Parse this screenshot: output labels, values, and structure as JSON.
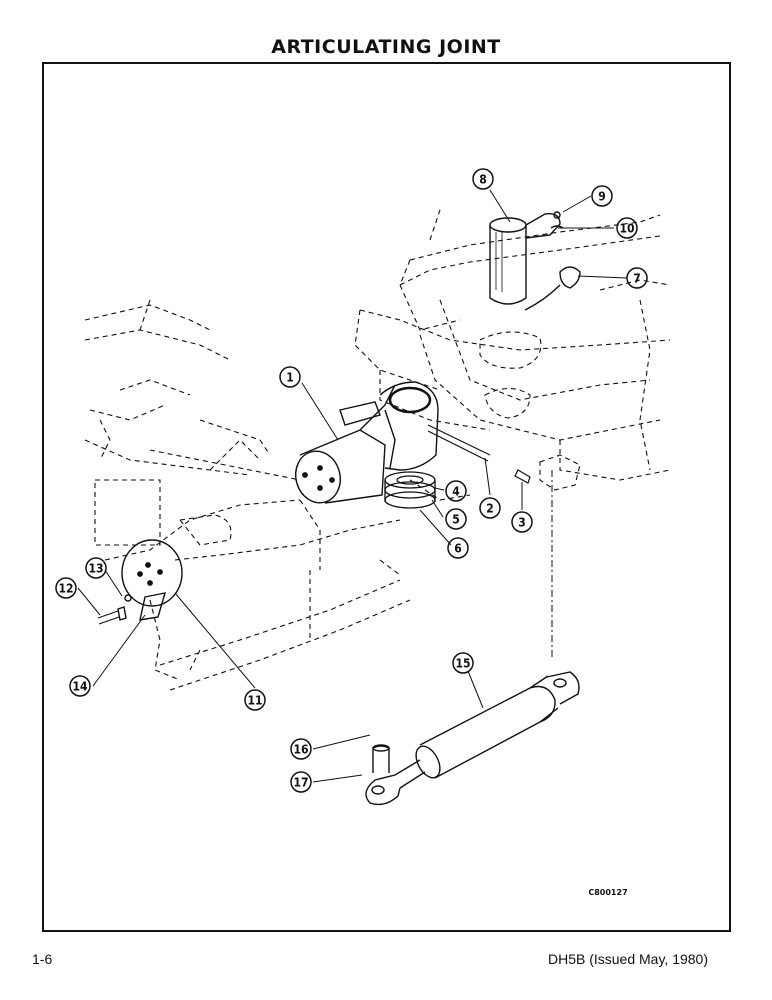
{
  "page": {
    "title": "ARTICULATING JOINT",
    "page_number": "1-6",
    "doc_info": "DH5B (Issued May, 1980)"
  },
  "figure": {
    "drawing_code": "C800127",
    "callouts": [
      "1",
      "2",
      "3",
      "4",
      "5",
      "6",
      "7",
      "8",
      "9",
      "10",
      "11",
      "12",
      "13",
      "14",
      "15",
      "16",
      "17"
    ]
  },
  "colors": {
    "ink": "#111111",
    "paper": "#ffffff"
  }
}
